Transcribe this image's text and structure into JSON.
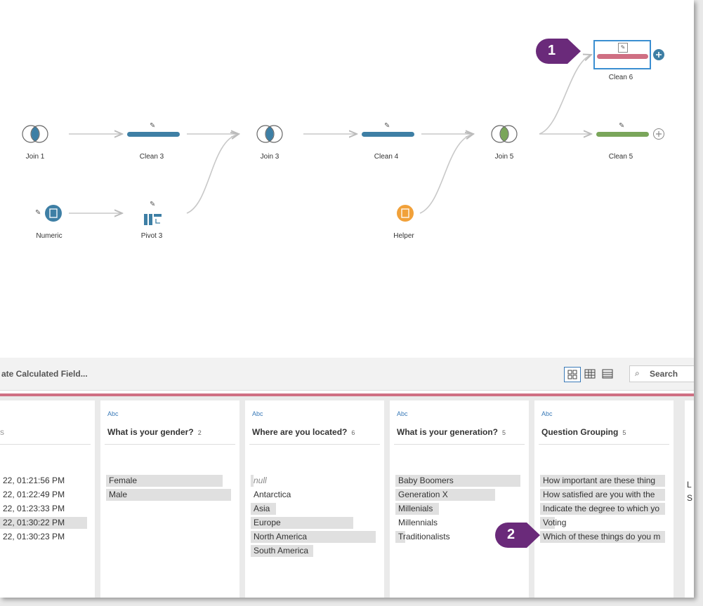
{
  "flow": {
    "nodes": {
      "join1": "Join 1",
      "clean3": "Clean 3",
      "join3": "Join 3",
      "clean4": "Clean 4",
      "join5": "Join 5",
      "clean5": "Clean 5",
      "clean6": "Clean 6",
      "numeric": "Numeric",
      "pivot3": "Pivot 3",
      "helper": "Helper"
    },
    "colors": {
      "clean_blue": "#3e7fa5",
      "clean_pink": "#cf6f83",
      "clean_green": "#7aa65a",
      "input_blue": "#3e7fa5",
      "input_orange": "#f1a13a"
    }
  },
  "toolbar": {
    "calc_field_label": "ate Calculated Field...",
    "search_label": "Search"
  },
  "profile": {
    "partial_column": {
      "header_fragment": "s",
      "values": [
        "22, 01:21:56 PM",
        "22, 01:22:49 PM",
        "22, 01:23:33 PM",
        "22, 01:30:22 PM",
        "22, 01:30:23 PM"
      ]
    },
    "columns": [
      {
        "type": "Abc",
        "title": "What is your gender?",
        "count": "2",
        "values": [
          {
            "text": "Female",
            "fill": 0.93
          },
          {
            "text": "Male",
            "fill": 1.0
          }
        ]
      },
      {
        "type": "Abc",
        "title": "Where are you located?",
        "count": "6",
        "values": [
          {
            "text": "null",
            "fill": 0.02,
            "is_null": true
          },
          {
            "text": "Antarctica",
            "fill": 0.0
          },
          {
            "text": "Asia",
            "fill": 0.2
          },
          {
            "text": "Europe",
            "fill": 0.82
          },
          {
            "text": "North America",
            "fill": 1.0
          },
          {
            "text": "South America",
            "fill": 0.5
          }
        ]
      },
      {
        "type": "Abc",
        "title": "What is your generation?",
        "count": "5",
        "values": [
          {
            "text": "Baby Boomers",
            "fill": 1.0
          },
          {
            "text": "Generation X",
            "fill": 0.8
          },
          {
            "text": "Millenials",
            "fill": 0.35
          },
          {
            "text": "Millennials",
            "fill": 0.0
          },
          {
            "text": "Traditionalists",
            "fill": 0.08
          }
        ]
      },
      {
        "type": "Abc",
        "title": "Question Grouping",
        "count": "5",
        "values": [
          {
            "text": "How important are these thing",
            "fill": 1.0
          },
          {
            "text": "How satisfied are you with the",
            "fill": 1.0
          },
          {
            "text": "Indicate the degree to which yo",
            "fill": 1.0
          },
          {
            "text": "Voting",
            "fill": 0.12
          },
          {
            "text": "Which of these things do you m",
            "fill": 1.0
          }
        ]
      }
    ],
    "edge_column_fragments": [
      "L",
      "S"
    ]
  },
  "callouts": [
    "1",
    "2"
  ]
}
